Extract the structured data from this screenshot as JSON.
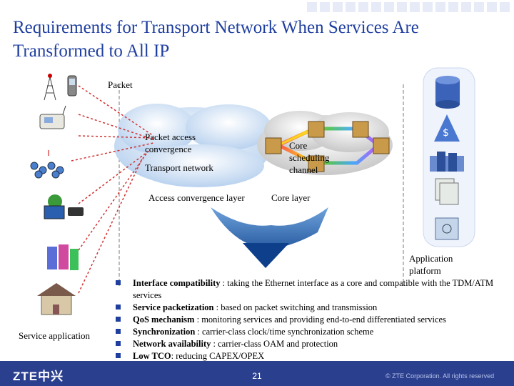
{
  "title": "Requirements for Transport Network When Services Are Transformed to All IP",
  "diagram": {
    "packet_label": "Packet",
    "access_convergence_label": "Packet access convergence",
    "transport_network_label": "Transport network",
    "core_scheduling_label": "Core scheduling channel",
    "access_layer_label": "Access convergence layer",
    "core_layer_label": "Core layer",
    "application_platform_label": "Application platform",
    "service_application_label": "Service application"
  },
  "bullets": [
    {
      "term": "Interface compatibility",
      "text": " : taking the Ethernet interface as a core and compatible with the TDM/ATM services"
    },
    {
      "term": "Service packetization",
      "text": " : based on packet switching and transmission"
    },
    {
      "term": "QoS mechanism",
      "text": " : monitoring services and providing end-to-end differentiated services"
    },
    {
      "term": "Synchronization",
      "text": " : carrier-class clock/time synchronization scheme"
    },
    {
      "term": "Network availability",
      "text": " : carrier-class OAM and protection"
    },
    {
      "term": "Low TCO",
      "text": ": reducing CAPEX/OPEX"
    }
  ],
  "footer": {
    "logo": "ZTE中兴",
    "page_number": "21",
    "copyright": "© ZTE Corporation. All rights reserved"
  },
  "colors": {
    "title": "#1f3fa0",
    "footer": "#2b3f8f",
    "arrow": "#1b5fae"
  },
  "icons": [
    "tower-icon",
    "mobile-phone-icon",
    "desk-phone-icon",
    "wireless-mesh-icon",
    "computer-icon",
    "storage-icon",
    "building-icon",
    "database-icon",
    "gateway-icon",
    "server-rack-icon",
    "documents-icon",
    "router-box-icon"
  ]
}
